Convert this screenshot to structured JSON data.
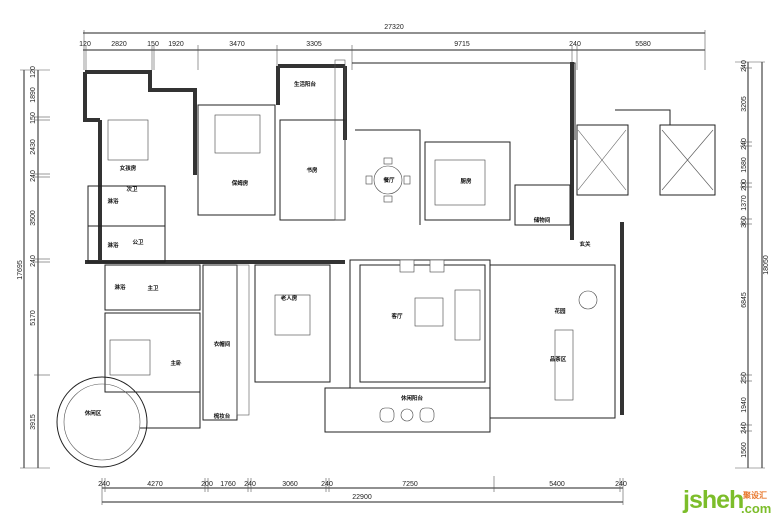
{
  "dimensions": {
    "top_total": "27320",
    "top": [
      "120",
      "2820",
      "150",
      "1920",
      "3470",
      "3305",
      "9715",
      "240",
      "5580"
    ],
    "bottom_total": "22900",
    "bottom": [
      "240",
      "4270",
      "200",
      "1760",
      "240",
      "3060",
      "240",
      "7250",
      "5400",
      "240"
    ],
    "left_total": "17695",
    "left": [
      "120",
      "1890",
      "150",
      "2430",
      "240",
      "3500",
      "240",
      "5170",
      "3915"
    ],
    "right_total": "18050",
    "right": [
      "240",
      "3205",
      "240",
      "1580",
      "200",
      "1370",
      "360",
      "6845",
      "250",
      "1940",
      "240",
      "1560"
    ]
  },
  "rooms": {
    "girl_room": "女孩房",
    "second_bath": "次卫",
    "shower1": "淋浴",
    "public_bath": "公卫",
    "shower2": "淋浴",
    "nanny_room": "保姆房",
    "utility_balcony": "生活阳台",
    "study": "书房",
    "dining": "餐厅",
    "kitchen": "厨房",
    "storage": "储物间",
    "foyer": "玄关",
    "living": "客厅",
    "garden": "花园",
    "tea_area": "品茶区",
    "elder_room": "老人房",
    "master_bath": "主卫",
    "shower3": "淋浴",
    "walk_in_closet": "衣帽间",
    "master_bedroom": "主卧",
    "lounge": "休闲区",
    "dresser": "梳妆台",
    "leisure_balcony": "休闲阳台"
  },
  "logo": {
    "text": "jsheh",
    "cn": "聚设汇",
    "domain": ".com"
  },
  "colors": {
    "logo_green": "#7cbd2a",
    "logo_orange": "#e8762a"
  }
}
